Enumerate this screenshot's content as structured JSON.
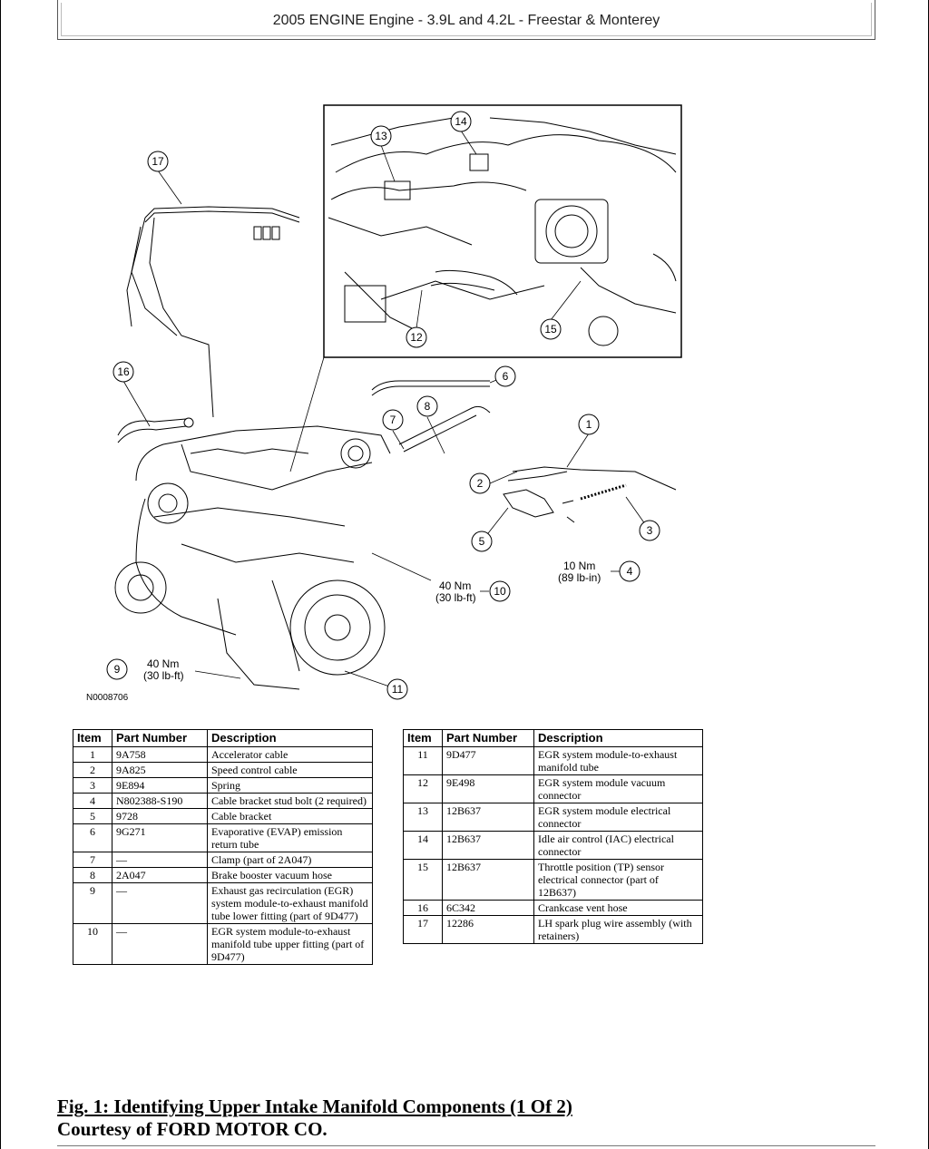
{
  "header": {
    "title": "2005 ENGINE Engine - 3.9L and 4.2L - Freestar & Monterey"
  },
  "diagram": {
    "callouts": [
      "1",
      "2",
      "3",
      "4",
      "5",
      "6",
      "7",
      "8",
      "9",
      "10",
      "11",
      "12",
      "13",
      "14",
      "15",
      "16",
      "17"
    ],
    "torque_9": [
      "40 Nm",
      "(30 lb-ft)"
    ],
    "torque_10": [
      "40 Nm",
      "(30 lb-ft)"
    ],
    "torque_4": [
      "10 Nm",
      "(89 lb-in)"
    ],
    "figure_id": "N0008706"
  },
  "table": {
    "headers": [
      "Item",
      "Part Number",
      "Description"
    ],
    "left_rows": [
      [
        "1",
        "9A758",
        "Accelerator cable"
      ],
      [
        "2",
        "9A825",
        "Speed control cable"
      ],
      [
        "3",
        "9E894",
        "Spring"
      ],
      [
        "4",
        "N802388-S190",
        "Cable bracket stud bolt (2 required)"
      ],
      [
        "5",
        "9728",
        "Cable bracket"
      ],
      [
        "6",
        "9G271",
        "Evaporative (EVAP) emission return tube"
      ],
      [
        "7",
        "—",
        "Clamp (part of 2A047)"
      ],
      [
        "8",
        "2A047",
        "Brake booster vacuum hose"
      ],
      [
        "9",
        "—",
        "Exhaust gas recirculation (EGR) system module-to-exhaust manifold tube lower fitting (part of 9D477)"
      ],
      [
        "10",
        "—",
        "EGR system module-to-exhaust manifold tube upper fitting (part of 9D477)"
      ]
    ],
    "right_rows": [
      [
        "11",
        "9D477",
        "EGR system module-to-exhaust manifold tube"
      ],
      [
        "12",
        "9E498",
        "EGR system module vacuum connector"
      ],
      [
        "13",
        "12B637",
        "EGR system module electrical connector"
      ],
      [
        "14",
        "12B637",
        "Idle air control (IAC) electrical connector"
      ],
      [
        "15",
        "12B637",
        "Throttle position (TP) sensor electrical connector (part of 12B637)"
      ],
      [
        "16",
        "6C342",
        "Crankcase vent hose"
      ],
      [
        "17",
        "12286",
        "LH spark plug wire assembly (with retainers)"
      ]
    ]
  },
  "caption": {
    "title": "Fig. 1: Identifying Upper Intake Manifold Components (1 Of 2)",
    "credit": "Courtesy of FORD MOTOR CO."
  }
}
